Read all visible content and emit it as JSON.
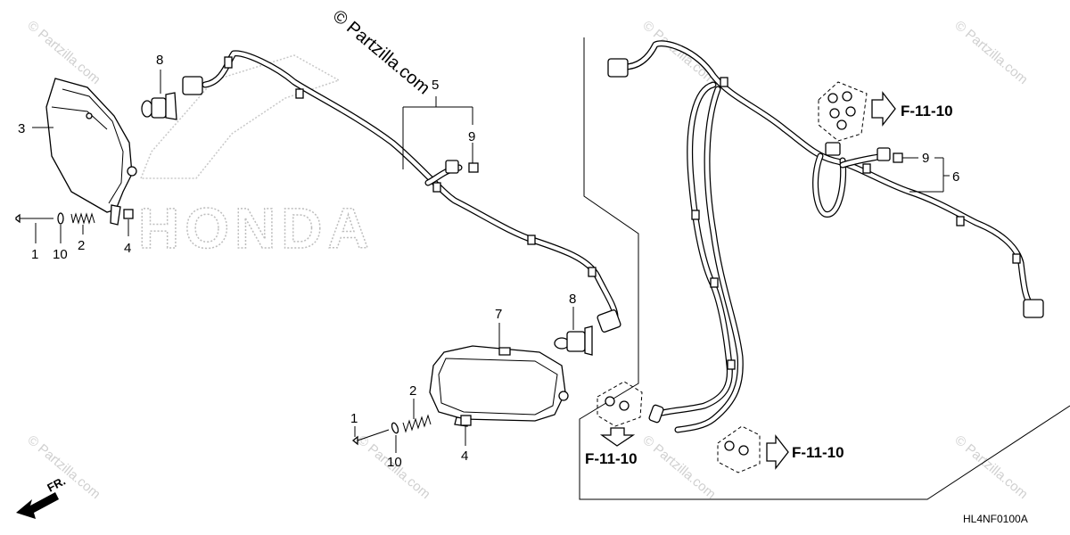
{
  "watermark": {
    "main": "© Partzilla.com",
    "repeat": "© Partzilla.com"
  },
  "brand_background": "HONDA",
  "diagram_code": "HL4NF0100A",
  "front_indicator": "FR.",
  "callouts": {
    "c1a": "1",
    "c10a": "10",
    "c2a": "2",
    "c3": "3",
    "c4a": "4",
    "c8a": "8",
    "c5": "5",
    "c9a": "9",
    "c7": "7",
    "c8b": "8",
    "c2b": "2",
    "c1b": "1",
    "c10b": "10",
    "c4b": "4",
    "c9b": "9",
    "c6": "6"
  },
  "references": {
    "ref_top": "F-11-10",
    "ref_bottom_left": "F-11-10",
    "ref_bottom_right": "F-11-10"
  },
  "icons": [
    "headlight",
    "bulb",
    "wire-harness",
    "connector",
    "screw",
    "washer",
    "spring",
    "clip-nut",
    "grommet-set",
    "arrow-right",
    "arrow-down",
    "front-arrow"
  ]
}
